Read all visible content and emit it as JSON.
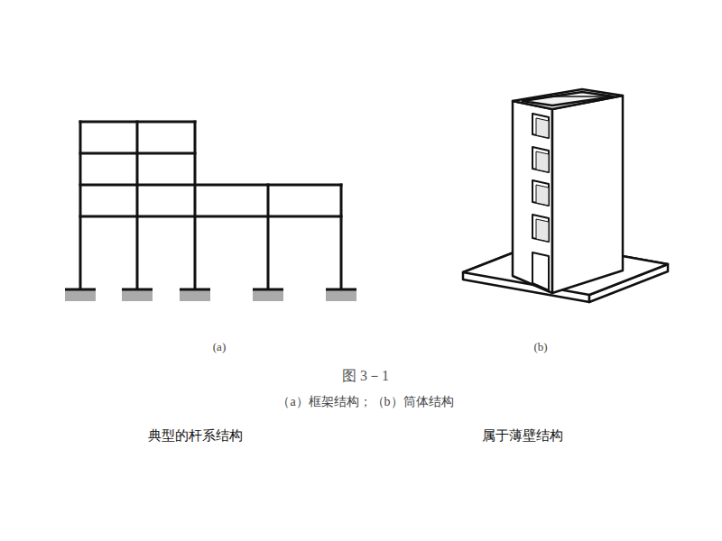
{
  "diagram": {
    "caption": "图 3－1",
    "labels": [
      "(a)",
      "(b)",
      "（a）框架结构；（b）筒体结构",
      "典型的杆系结构",
      "属于薄壁结构"
    ]
  }
}
